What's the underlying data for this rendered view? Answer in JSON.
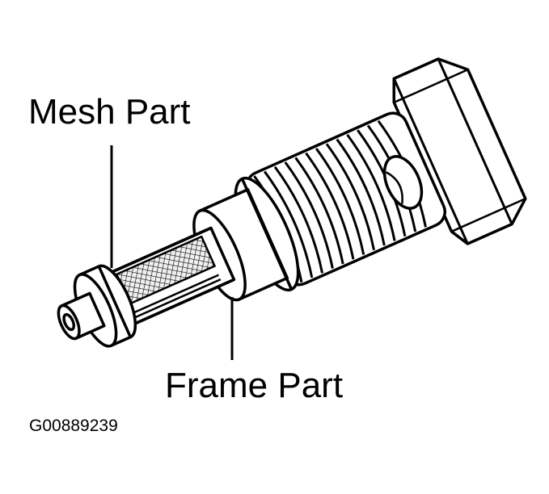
{
  "labels": {
    "mesh_part": "Mesh Part",
    "frame_part": "Frame Part",
    "figure_id": "G00889239"
  },
  "colors": {
    "ink": "#000000",
    "paper": "#ffffff",
    "mesh_fill": "#f0f0f0"
  }
}
